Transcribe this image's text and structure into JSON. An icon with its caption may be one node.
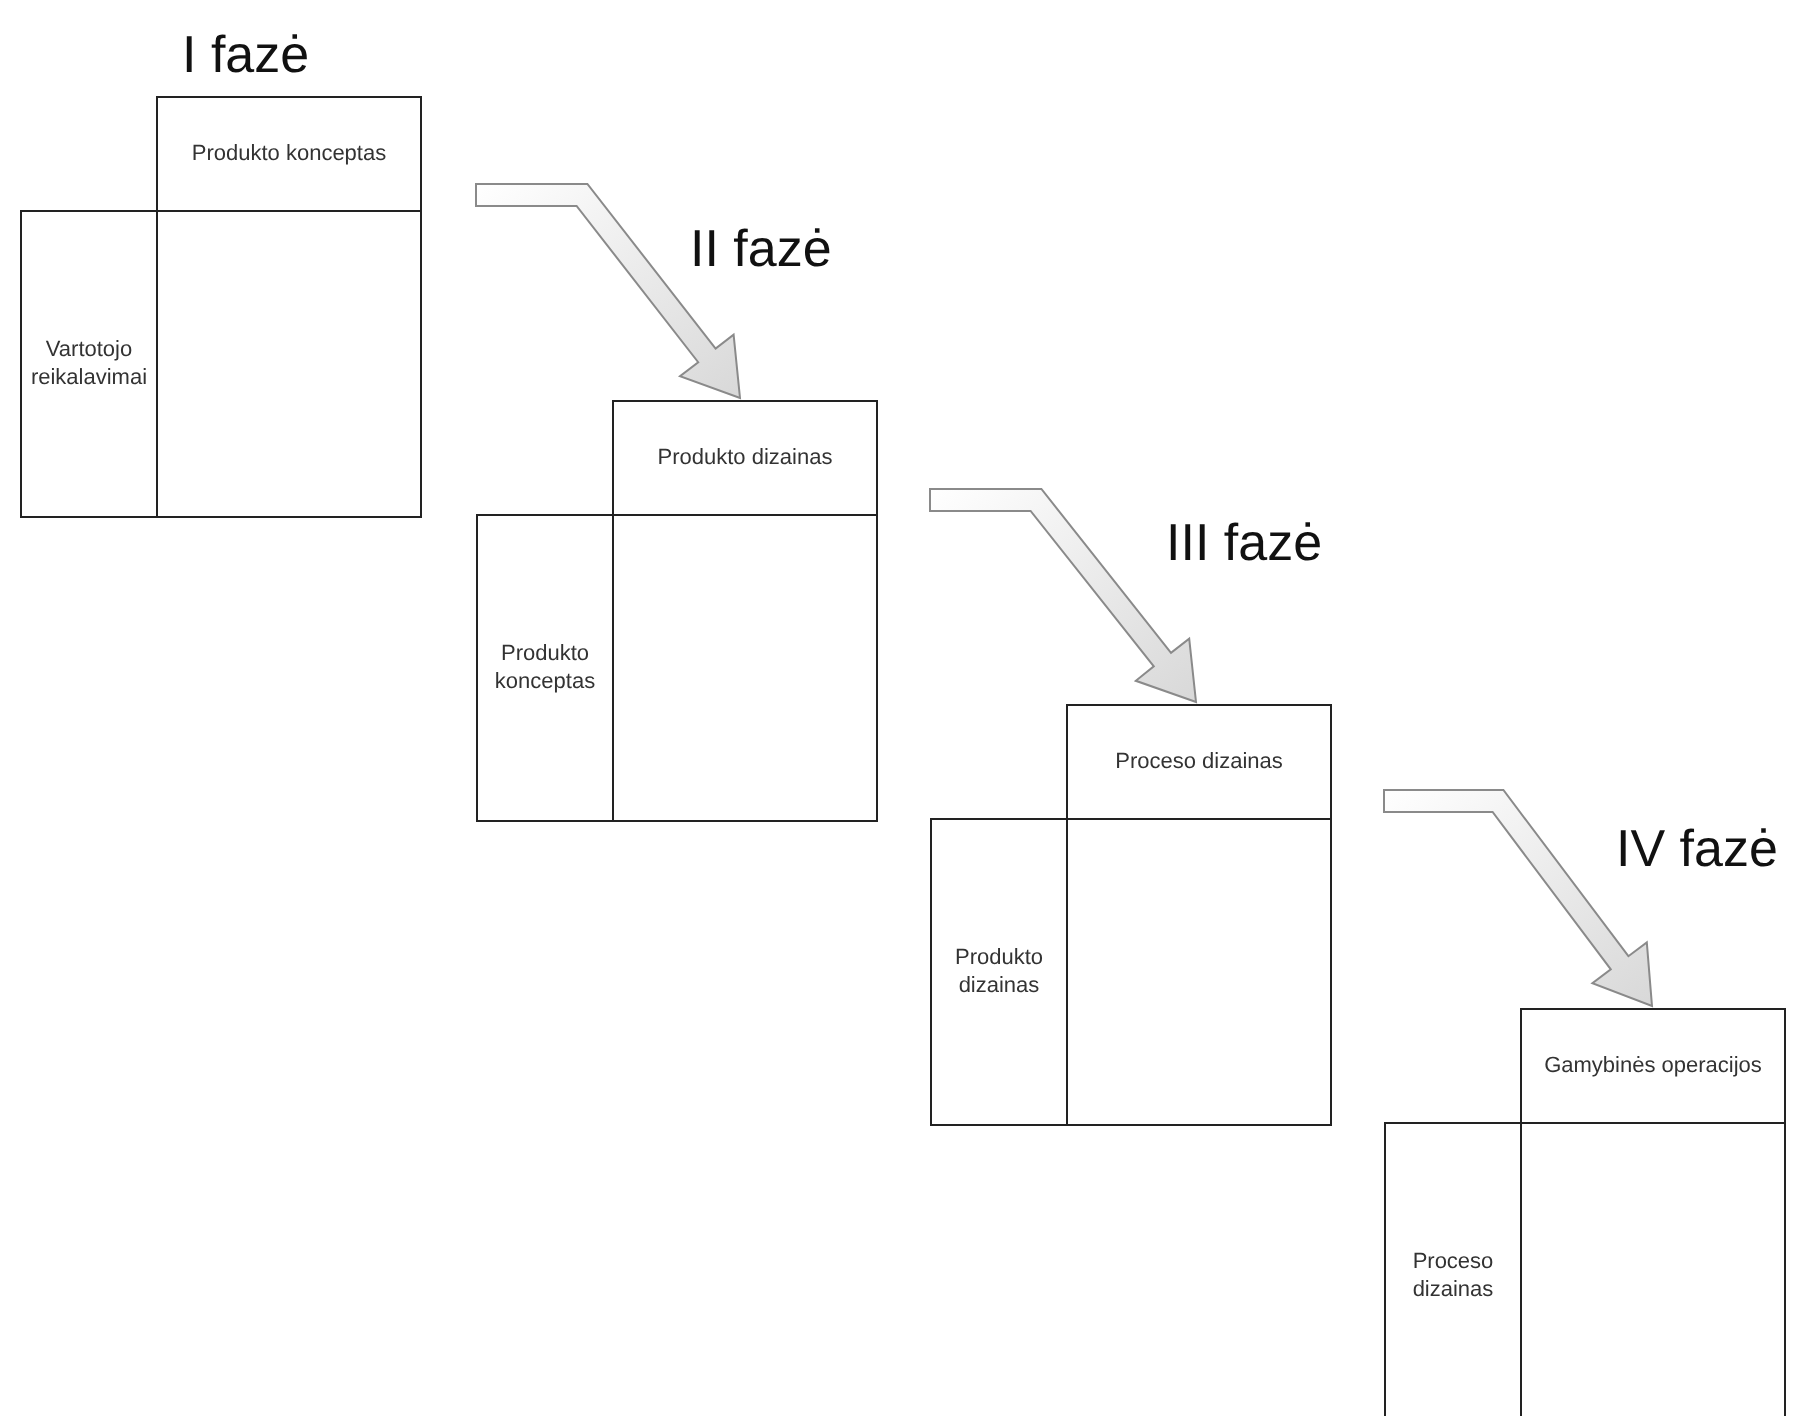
{
  "diagram": {
    "nodes": [
      {
        "text": [
          "Produkto konceptas"
        ]
      },
      {
        "text": [
          "Vartotojo reikalavimai"
        ]
      },
      {
        "text": [],
        "shape": "box"
      },
      {
        "text": [
          "Produkto dizainas"
        ]
      },
      {
        "text": [
          "Produkto konceptas"
        ]
      },
      {
        "text": [],
        "shape": "box"
      },
      {
        "text": [
          "Proceso dizainas"
        ]
      },
      {
        "text": [
          "Produkto dizainas"
        ]
      },
      {
        "text": [],
        "shape": "box"
      },
      {
        "text": [
          "Gamybinės operacijos"
        ]
      },
      {
        "text": [
          "Proceso dizainas"
        ]
      },
      {
        "text": [],
        "shape": "box"
      }
    ],
    "edges": [
      {
        "from": null,
        "to": 3,
        "arrow": "to"
      },
      {
        "from": null,
        "to": 6,
        "arrow": "to"
      },
      {
        "from": null,
        "to": 9,
        "arrow": "to"
      }
    ],
    "labels": [
      "I fazė",
      "II fazė",
      "III fazė",
      "IV fazė"
    ]
  }
}
